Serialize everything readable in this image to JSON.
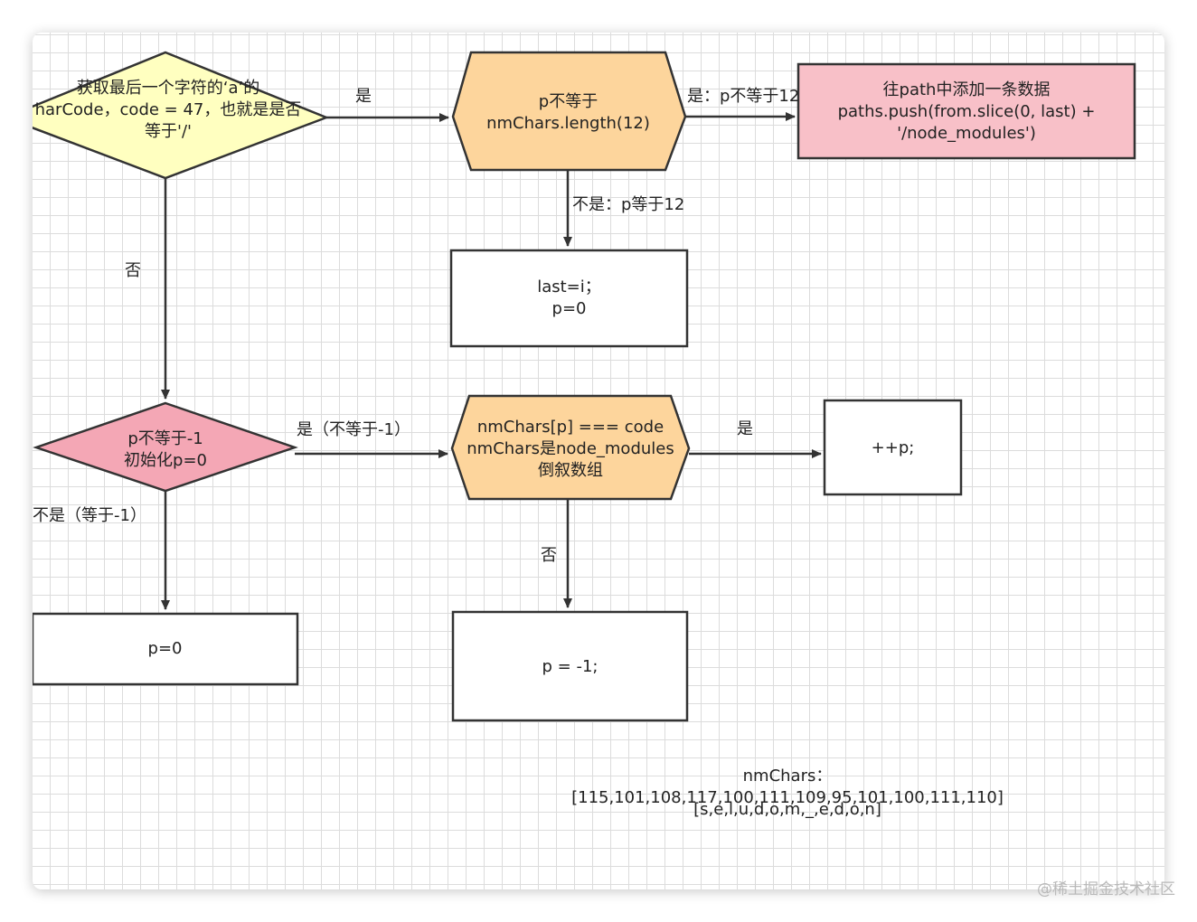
{
  "diagram": {
    "nodes": {
      "get_last_char": "获取最后一个字符的‘a’的\nharCode，code = 47，也就是是否\n等于'/'",
      "p_not_12": "p不等于\nnmChars.length(12)",
      "add_path": "往path中添加一条数据\npaths.push(from.slice(0, last) +\n'/node_modules')",
      "last_i": "last=i；\np=0",
      "p_not_minus1": "p不等于-1\n初始化p=0",
      "nmchars_eq_code": "nmChars[p] === code\nnmChars是node_modules\n倒叙数组",
      "inc_p": "++p;",
      "p_zero": "p=0",
      "p_minus1": "p = -1;"
    },
    "edges": {
      "yes_1": "是",
      "yes_not_12": "是：p不等于12",
      "no_eq_12": "不是：p等于12",
      "no_1": "否",
      "yes_not_minus1": "是（不等于-1）",
      "yes_2": "是",
      "no_eq_minus1": "不是（等于-1）",
      "no_2": "否"
    },
    "note": {
      "line1": "nmChars：[115,101,108,117,100,111,109,95,101,100,111,110]",
      "line2": "[s,e,l,u,d,o,m,_,e,d,o,n]"
    },
    "colors": {
      "diamond_yellow": "#ffffc0",
      "diamond_pink": "#f4a7b5",
      "hexagon_orange": "#fdd59c",
      "rect_pink": "#f8c0c8",
      "rect_white": "#ffffff",
      "stroke": "#333333"
    }
  },
  "watermark": "@稀土掘金技术社区"
}
